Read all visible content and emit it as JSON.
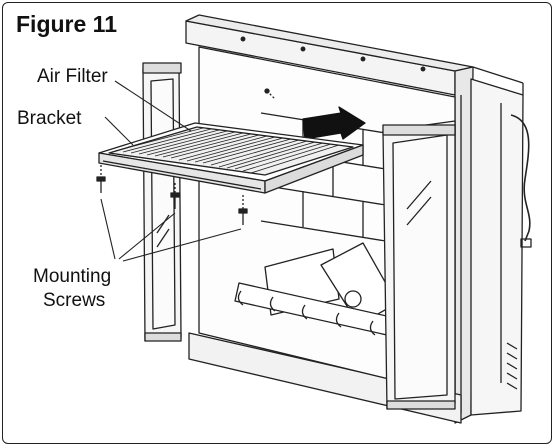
{
  "figure": {
    "title": "Figure 11",
    "labels": {
      "air_filter": "Air Filter",
      "bracket": "Bracket",
      "mounting_screws_line1": "Mounting",
      "mounting_screws_line2": "Screws"
    }
  },
  "colors": {
    "line": "#222222",
    "frame_fill": "#f4f4f4",
    "glass": "#fbfbfb",
    "arrow": "#111111"
  }
}
